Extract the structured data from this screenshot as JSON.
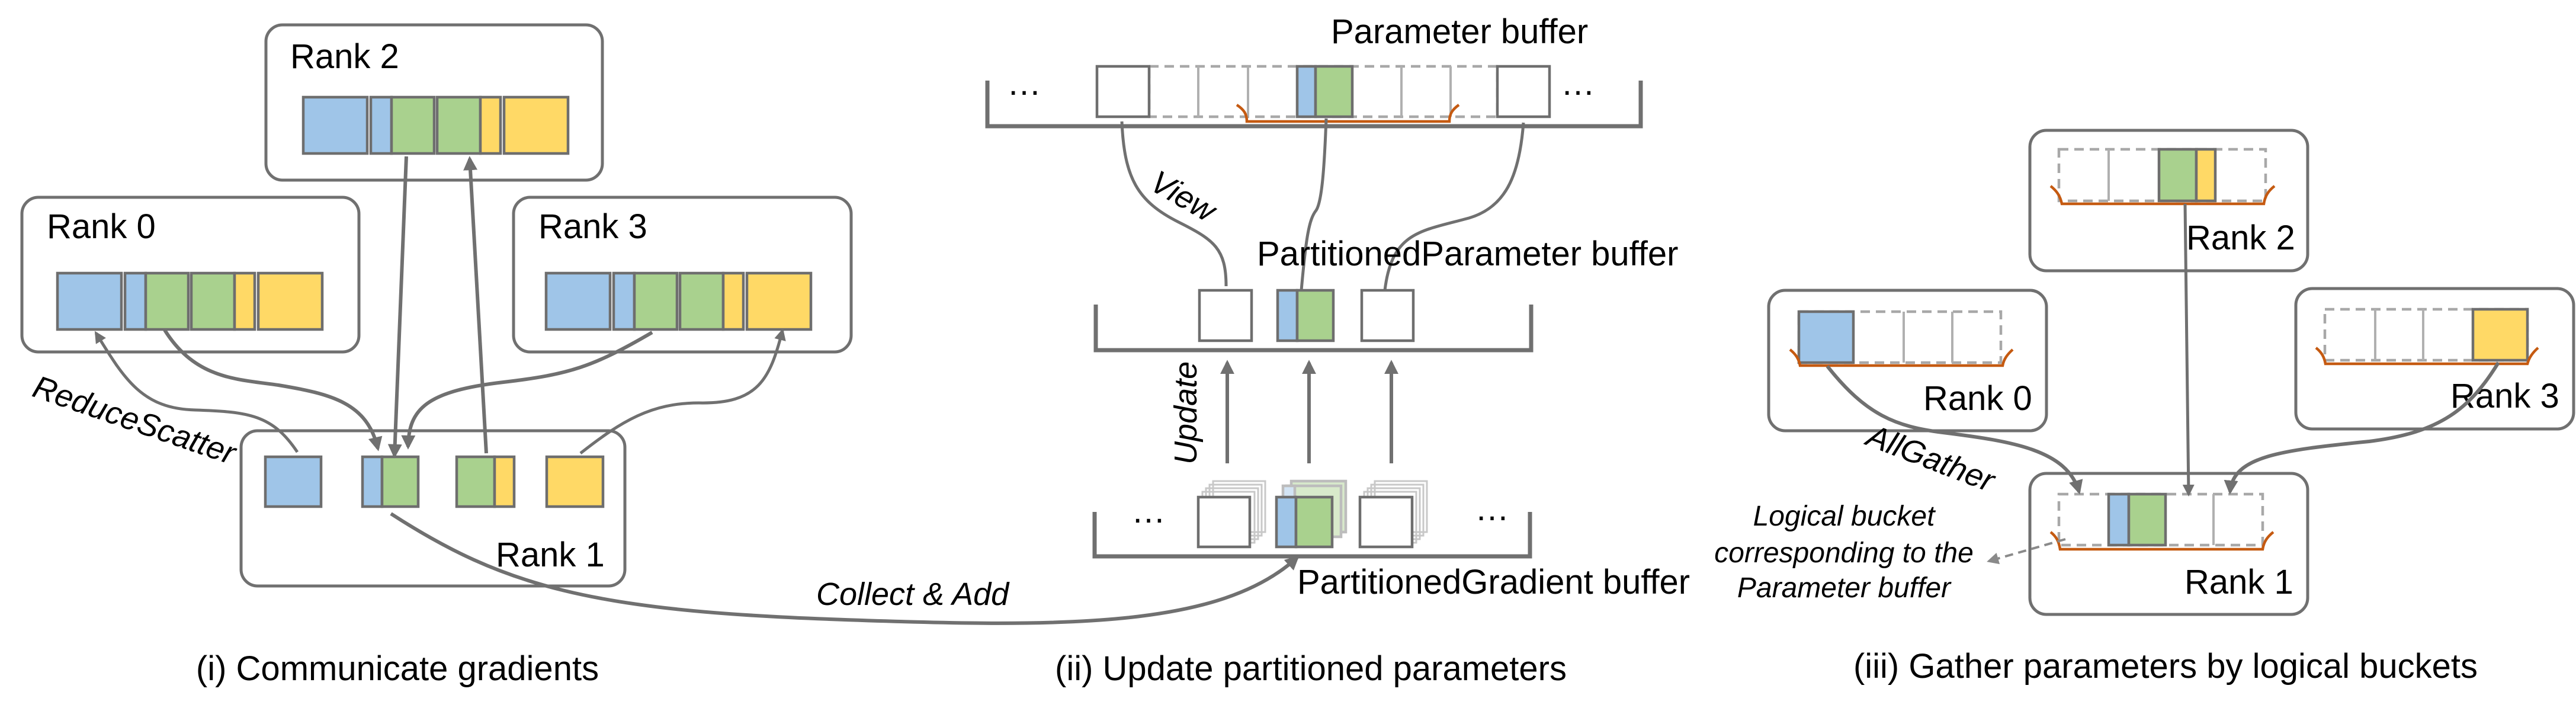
{
  "colors": {
    "blue": "#9fc5e8",
    "green": "#a9d18e",
    "yellow": "#ffd966",
    "arrow": "#707070",
    "bucket_brace": "#c55a11"
  },
  "panel1": {
    "caption": "(i) Communicate gradients",
    "ranks": {
      "r0": "Rank 0",
      "r1": "Rank 1",
      "r2": "Rank 2",
      "r3": "Rank 3"
    },
    "op_label": "ReduceScatter"
  },
  "link": {
    "label": "Collect & Add"
  },
  "panel2": {
    "caption": "(ii) Update partitioned parameters",
    "parameter_buffer": "Parameter buffer",
    "partitioned_parameter_buffer": "PartitionedParameter buffer",
    "partitioned_gradient_buffer": "PartitionedGradient buffer",
    "view_label": "View",
    "update_label": "Update",
    "ellipsis": "…"
  },
  "panel3": {
    "caption": "(iii) Gather parameters by logical buckets",
    "ranks": {
      "r0": "Rank 0",
      "r1": "Rank 1",
      "r2": "Rank 2",
      "r3": "Rank 3"
    },
    "op_label": "AllGather",
    "note": [
      "Logical bucket",
      "corresponding to the",
      "Parameter buffer"
    ]
  }
}
